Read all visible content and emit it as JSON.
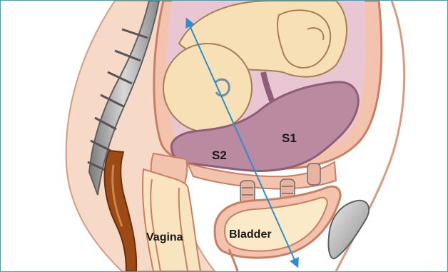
{
  "labels": {
    "s1": "S1",
    "s2": "S2",
    "vagina": "Vagina",
    "bladder": "Bladder"
  },
  "colors": {
    "frame": "#2aa6bf",
    "axis_line": "#2a8fd0",
    "skin": "#f6d9c6",
    "tissue": "#f3c3ad",
    "tissue_outline": "#c97f63",
    "placenta": "#b98aa0",
    "placenta_dark": "#8f5d76",
    "fetus": "#f7e0b6",
    "fetus_outline": "#a77d52",
    "bone": "#b9b9b9",
    "bone_dark": "#6d6d6d",
    "bladder_fill": "#fbeac7",
    "vagina_fill": "#f8e4bf",
    "rectum": "#9c4a16"
  }
}
